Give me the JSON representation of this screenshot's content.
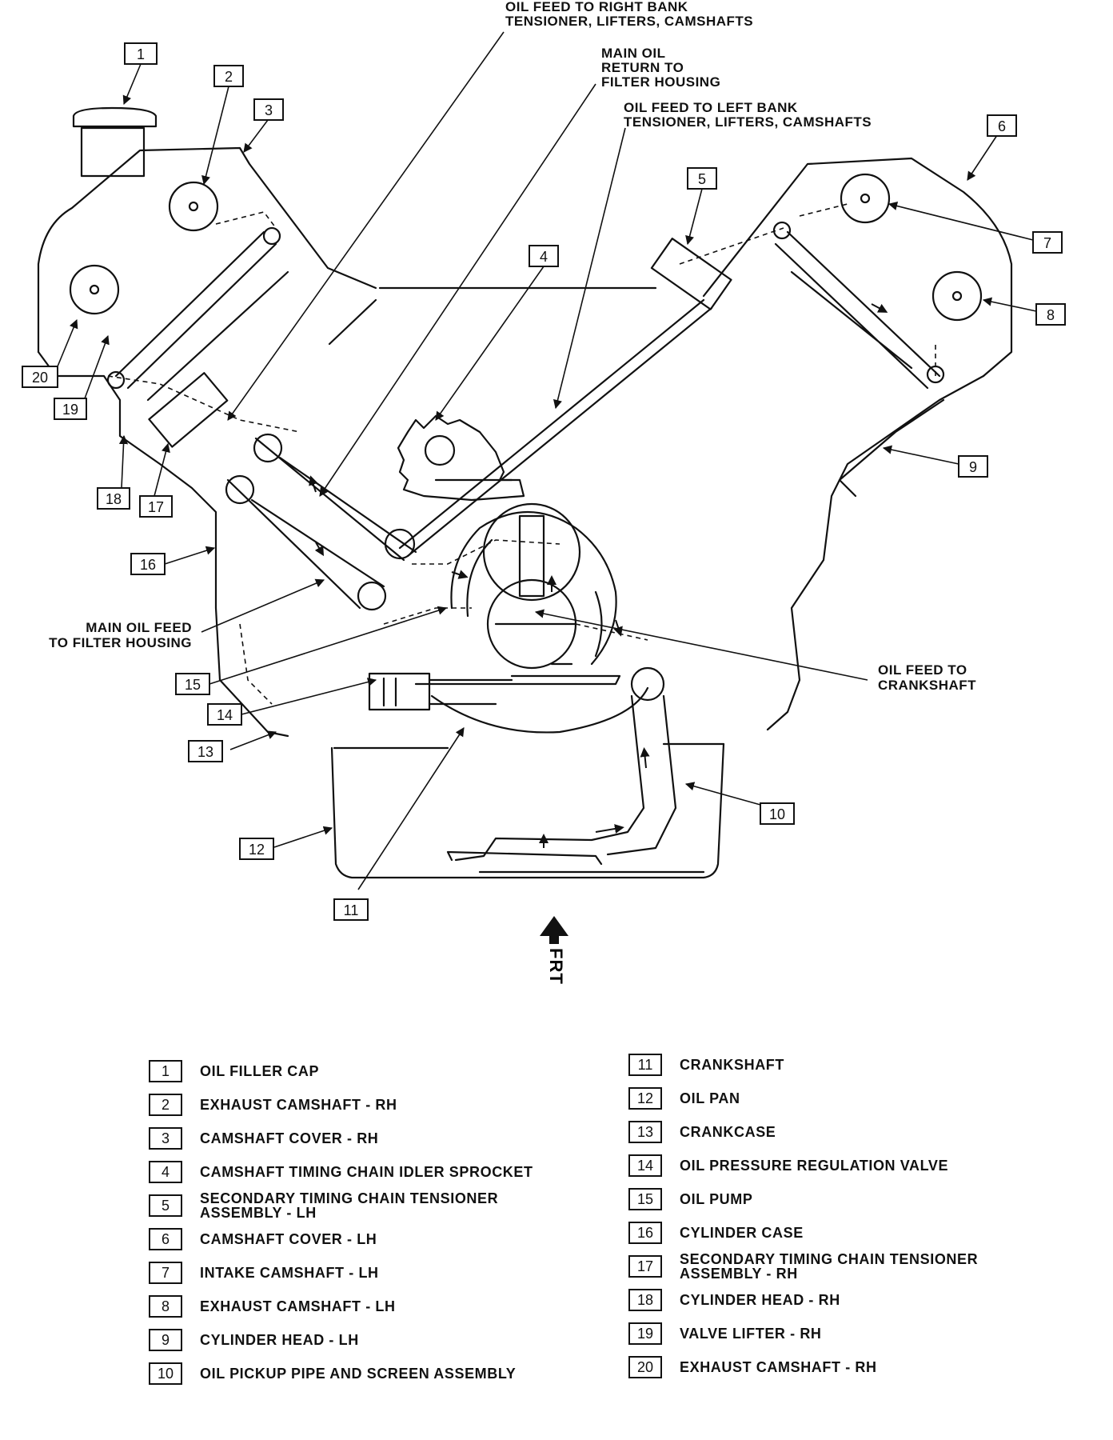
{
  "callouts": [
    {
      "number": "1"
    },
    {
      "number": "2"
    },
    {
      "number": "3"
    },
    {
      "number": "4"
    },
    {
      "number": "5"
    },
    {
      "number": "6"
    },
    {
      "number": "7"
    },
    {
      "number": "8"
    },
    {
      "number": "9"
    },
    {
      "number": "10"
    },
    {
      "number": "11"
    },
    {
      "number": "12"
    },
    {
      "number": "13"
    },
    {
      "number": "14"
    },
    {
      "number": "15"
    },
    {
      "number": "16"
    },
    {
      "number": "17"
    },
    {
      "number": "18"
    },
    {
      "number": "19"
    },
    {
      "number": "20"
    }
  ],
  "annotations": {
    "oil_feed_right_bank_l1": "OIL FEED TO RIGHT BANK",
    "oil_feed_right_bank_l2": "TENSIONER, LIFTERS, CAMSHAFTS",
    "main_oil_return_l1": "MAIN OIL",
    "main_oil_return_l2": "RETURN TO",
    "main_oil_return_l3": "FILTER HOUSING",
    "oil_feed_left_bank_l1": "OIL FEED TO LEFT BANK",
    "oil_feed_left_bank_l2": "TENSIONER, LIFTERS, CAMSHAFTS",
    "main_oil_feed_l1": "MAIN OIL FEED",
    "main_oil_feed_l2": "TO FILTER HOUSING",
    "oil_feed_crank_l1": "OIL FEED TO",
    "oil_feed_crank_l2": "CRANKSHAFT",
    "front_indicator": "FRT"
  },
  "legend": {
    "left": [
      {
        "number": "1",
        "text": "OIL FILLER CAP"
      },
      {
        "number": "2",
        "text": "EXHAUST CAMSHAFT - RH"
      },
      {
        "number": "3",
        "text": "CAMSHAFT COVER - RH"
      },
      {
        "number": "4",
        "text": "CAMSHAFT TIMING CHAIN IDLER SPROCKET"
      },
      {
        "number": "5",
        "text": "SECONDARY TIMING CHAIN TENSIONER\nASSEMBLY - LH"
      },
      {
        "number": "6",
        "text": "CAMSHAFT COVER - LH"
      },
      {
        "number": "7",
        "text": "INTAKE CAMSHAFT - LH"
      },
      {
        "number": "8",
        "text": "EXHAUST CAMSHAFT - LH"
      },
      {
        "number": "9",
        "text": "CYLINDER HEAD - LH"
      },
      {
        "number": "10",
        "text": "OIL PICKUP PIPE AND SCREEN ASSEMBLY"
      }
    ],
    "right": [
      {
        "number": "11",
        "text": "CRANKSHAFT"
      },
      {
        "number": "12",
        "text": "OIL PAN"
      },
      {
        "number": "13",
        "text": "CRANKCASE"
      },
      {
        "number": "14",
        "text": "OIL PRESSURE REGULATION VALVE"
      },
      {
        "number": "15",
        "text": "OIL PUMP"
      },
      {
        "number": "16",
        "text": "CYLINDER CASE"
      },
      {
        "number": "17",
        "text": "SECONDARY TIMING CHAIN TENSIONER\nASSEMBLY - RH"
      },
      {
        "number": "18",
        "text": "CYLINDER HEAD - RH"
      },
      {
        "number": "19",
        "text": "VALVE LIFTER - RH"
      },
      {
        "number": "20",
        "text": "EXHAUST CAMSHAFT - RH"
      }
    ]
  }
}
